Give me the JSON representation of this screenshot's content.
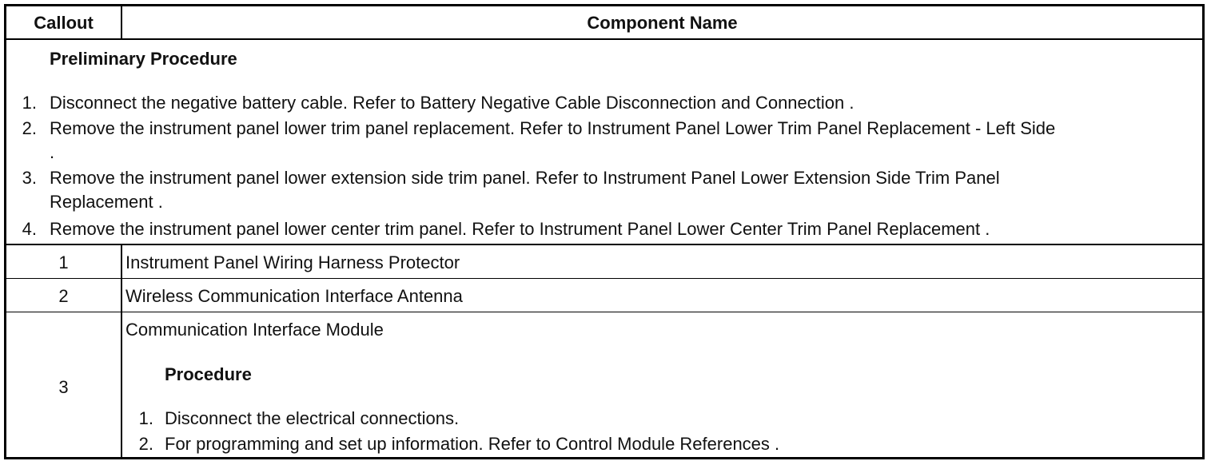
{
  "header": {
    "col_callout": "Callout",
    "col_component": "Component Name"
  },
  "preliminary": {
    "title": "Preliminary Procedure",
    "steps": [
      {
        "num": "1.",
        "lines": [
          "Disconnect the negative battery cable. Refer to Battery Negative Cable Disconnection and Connection ."
        ]
      },
      {
        "num": "2.",
        "lines": [
          "Remove the instrument panel lower trim panel replacement. Refer to Instrument Panel Lower Trim Panel Replacement - Left Side",
          "."
        ]
      },
      {
        "num": "3.",
        "lines": [
          "Remove the instrument panel lower extension side trim panel. Refer to Instrument Panel Lower Extension Side Trim Panel",
          "Replacement ."
        ]
      },
      {
        "num": "4.",
        "lines": [
          "Remove the instrument panel lower center trim panel. Refer to Instrument Panel Lower Center Trim Panel Replacement ."
        ]
      }
    ]
  },
  "rows": [
    {
      "callout": "1",
      "name": "Instrument Panel Wiring Harness Protector"
    },
    {
      "callout": "2",
      "name": "Wireless Communication Interface Antenna"
    },
    {
      "callout": "3",
      "name": "Communication Interface Module",
      "procedure_title": "Procedure",
      "steps": [
        {
          "num": "1.",
          "text": "Disconnect the electrical connections."
        },
        {
          "num": "2.",
          "text": "For programming and set up information. Refer to Control Module References ."
        }
      ]
    }
  ]
}
